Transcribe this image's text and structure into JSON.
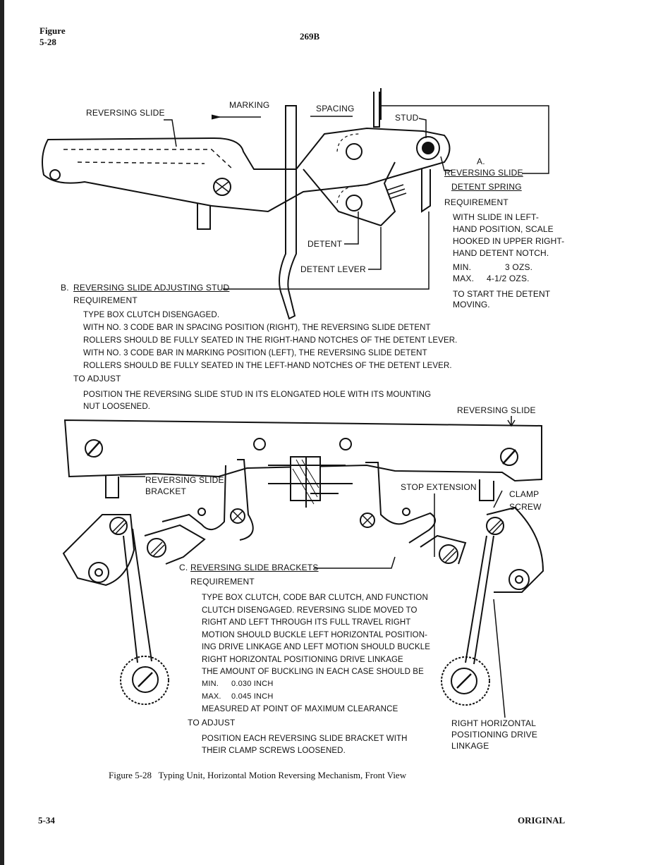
{
  "header": {
    "figure_label_line1": "Figure",
    "figure_label_line2": "5-28",
    "page_code": "269B"
  },
  "top_diagram": {
    "labels": {
      "reversing_slide": "REVERSING SLIDE",
      "marking": "MARKING",
      "spacing": "SPACING",
      "stud": "STUD",
      "detent": "DETENT",
      "detent_lever": "DETENT LEVER"
    },
    "section_a": {
      "letter": "A.",
      "title": "REVERSING SLIDE",
      "subtitle": "DETENT SPRING",
      "requirement": "REQUIREMENT",
      "lines": [
        "WITH SLIDE IN LEFT-",
        "HAND POSITION, SCALE",
        "HOOKED IN UPPER RIGHT-",
        "HAND DETENT NOTCH."
      ],
      "min_label": "MIN.",
      "min_value": "3 OZS.",
      "max_label": "MAX.",
      "max_value": "4-1/2 OZS.",
      "note_lines": [
        "TO START THE DETENT",
        "MOVING."
      ]
    }
  },
  "section_b": {
    "letter": "B.",
    "title": "REVERSING SLIDE ADJUSTING STUD",
    "requirement": "REQUIREMENT",
    "lines": [
      "TYPE BOX CLUTCH DISENGAGED.",
      "WITH NO. 3 CODE BAR IN SPACING POSITION (RIGHT), THE REVERSING SLIDE DETENT",
      "ROLLERS SHOULD BE FULLY SEATED IN THE RIGHT-HAND NOTCHES OF THE DETENT LEVER.",
      "WITH NO. 3 CODE BAR IN MARKING POSITION (LEFT), THE REVERSING SLIDE DETENT",
      "ROLLERS SHOULD BE FULLY SEATED IN THE LEFT-HAND NOTCHES OF THE DETENT LEVER."
    ],
    "to_adjust": "TO ADJUST",
    "adjust_lines": [
      "POSITION THE REVERSING SLIDE STUD IN ITS ELONGATED HOLE WITH ITS MOUNTING",
      "NUT LOOSENED."
    ]
  },
  "bottom_diagram": {
    "labels": {
      "reversing_slide": "REVERSING SLIDE",
      "bracket_line1": "REVERSING SLIDE",
      "bracket_line2": "BRACKET",
      "stop_extension": "STOP EXTENSION",
      "clamp": "CLAMP",
      "screw": "SCREW",
      "right_linkage_1": "RIGHT HORIZONTAL",
      "right_linkage_2": "POSITIONING DRIVE",
      "right_linkage_3": "LINKAGE"
    }
  },
  "section_c": {
    "letter": "C.",
    "title": "REVERSING SLIDE BRACKETS",
    "requirement": "REQUIREMENT",
    "lines": [
      "TYPE BOX CLUTCH, CODE BAR CLUTCH, AND FUNCTION",
      "CLUTCH DISENGAGED. REVERSING SLIDE MOVED TO",
      "RIGHT AND LEFT THROUGH ITS FULL TRAVEL RIGHT",
      "MOTION SHOULD BUCKLE LEFT HORIZONTAL POSITION-",
      "ING DRIVE LINKAGE AND LEFT MOTION SHOULD BUCKLE",
      "RIGHT HORIZONTAL POSITIONING DRIVE LINKAGE",
      "THE AMOUNT OF BUCKLING IN EACH CASE SHOULD BE"
    ],
    "min_label": "MIN.",
    "min_value": "0.030 INCH",
    "max_label": "MAX.",
    "max_value": "0.045 INCH",
    "measured": "MEASURED AT POINT OF MAXIMUM CLEARANCE",
    "to_adjust": "TO ADJUST",
    "adjust_lines": [
      "POSITION EACH REVERSING SLIDE BRACKET WITH",
      "THEIR CLAMP SCREWS LOOSENED."
    ]
  },
  "caption": "Figure 5-28   Typing Unit, Horizontal Motion Reversing Mechanism, Front View",
  "footer": {
    "page_number": "5-34",
    "status": "ORIGINAL"
  }
}
